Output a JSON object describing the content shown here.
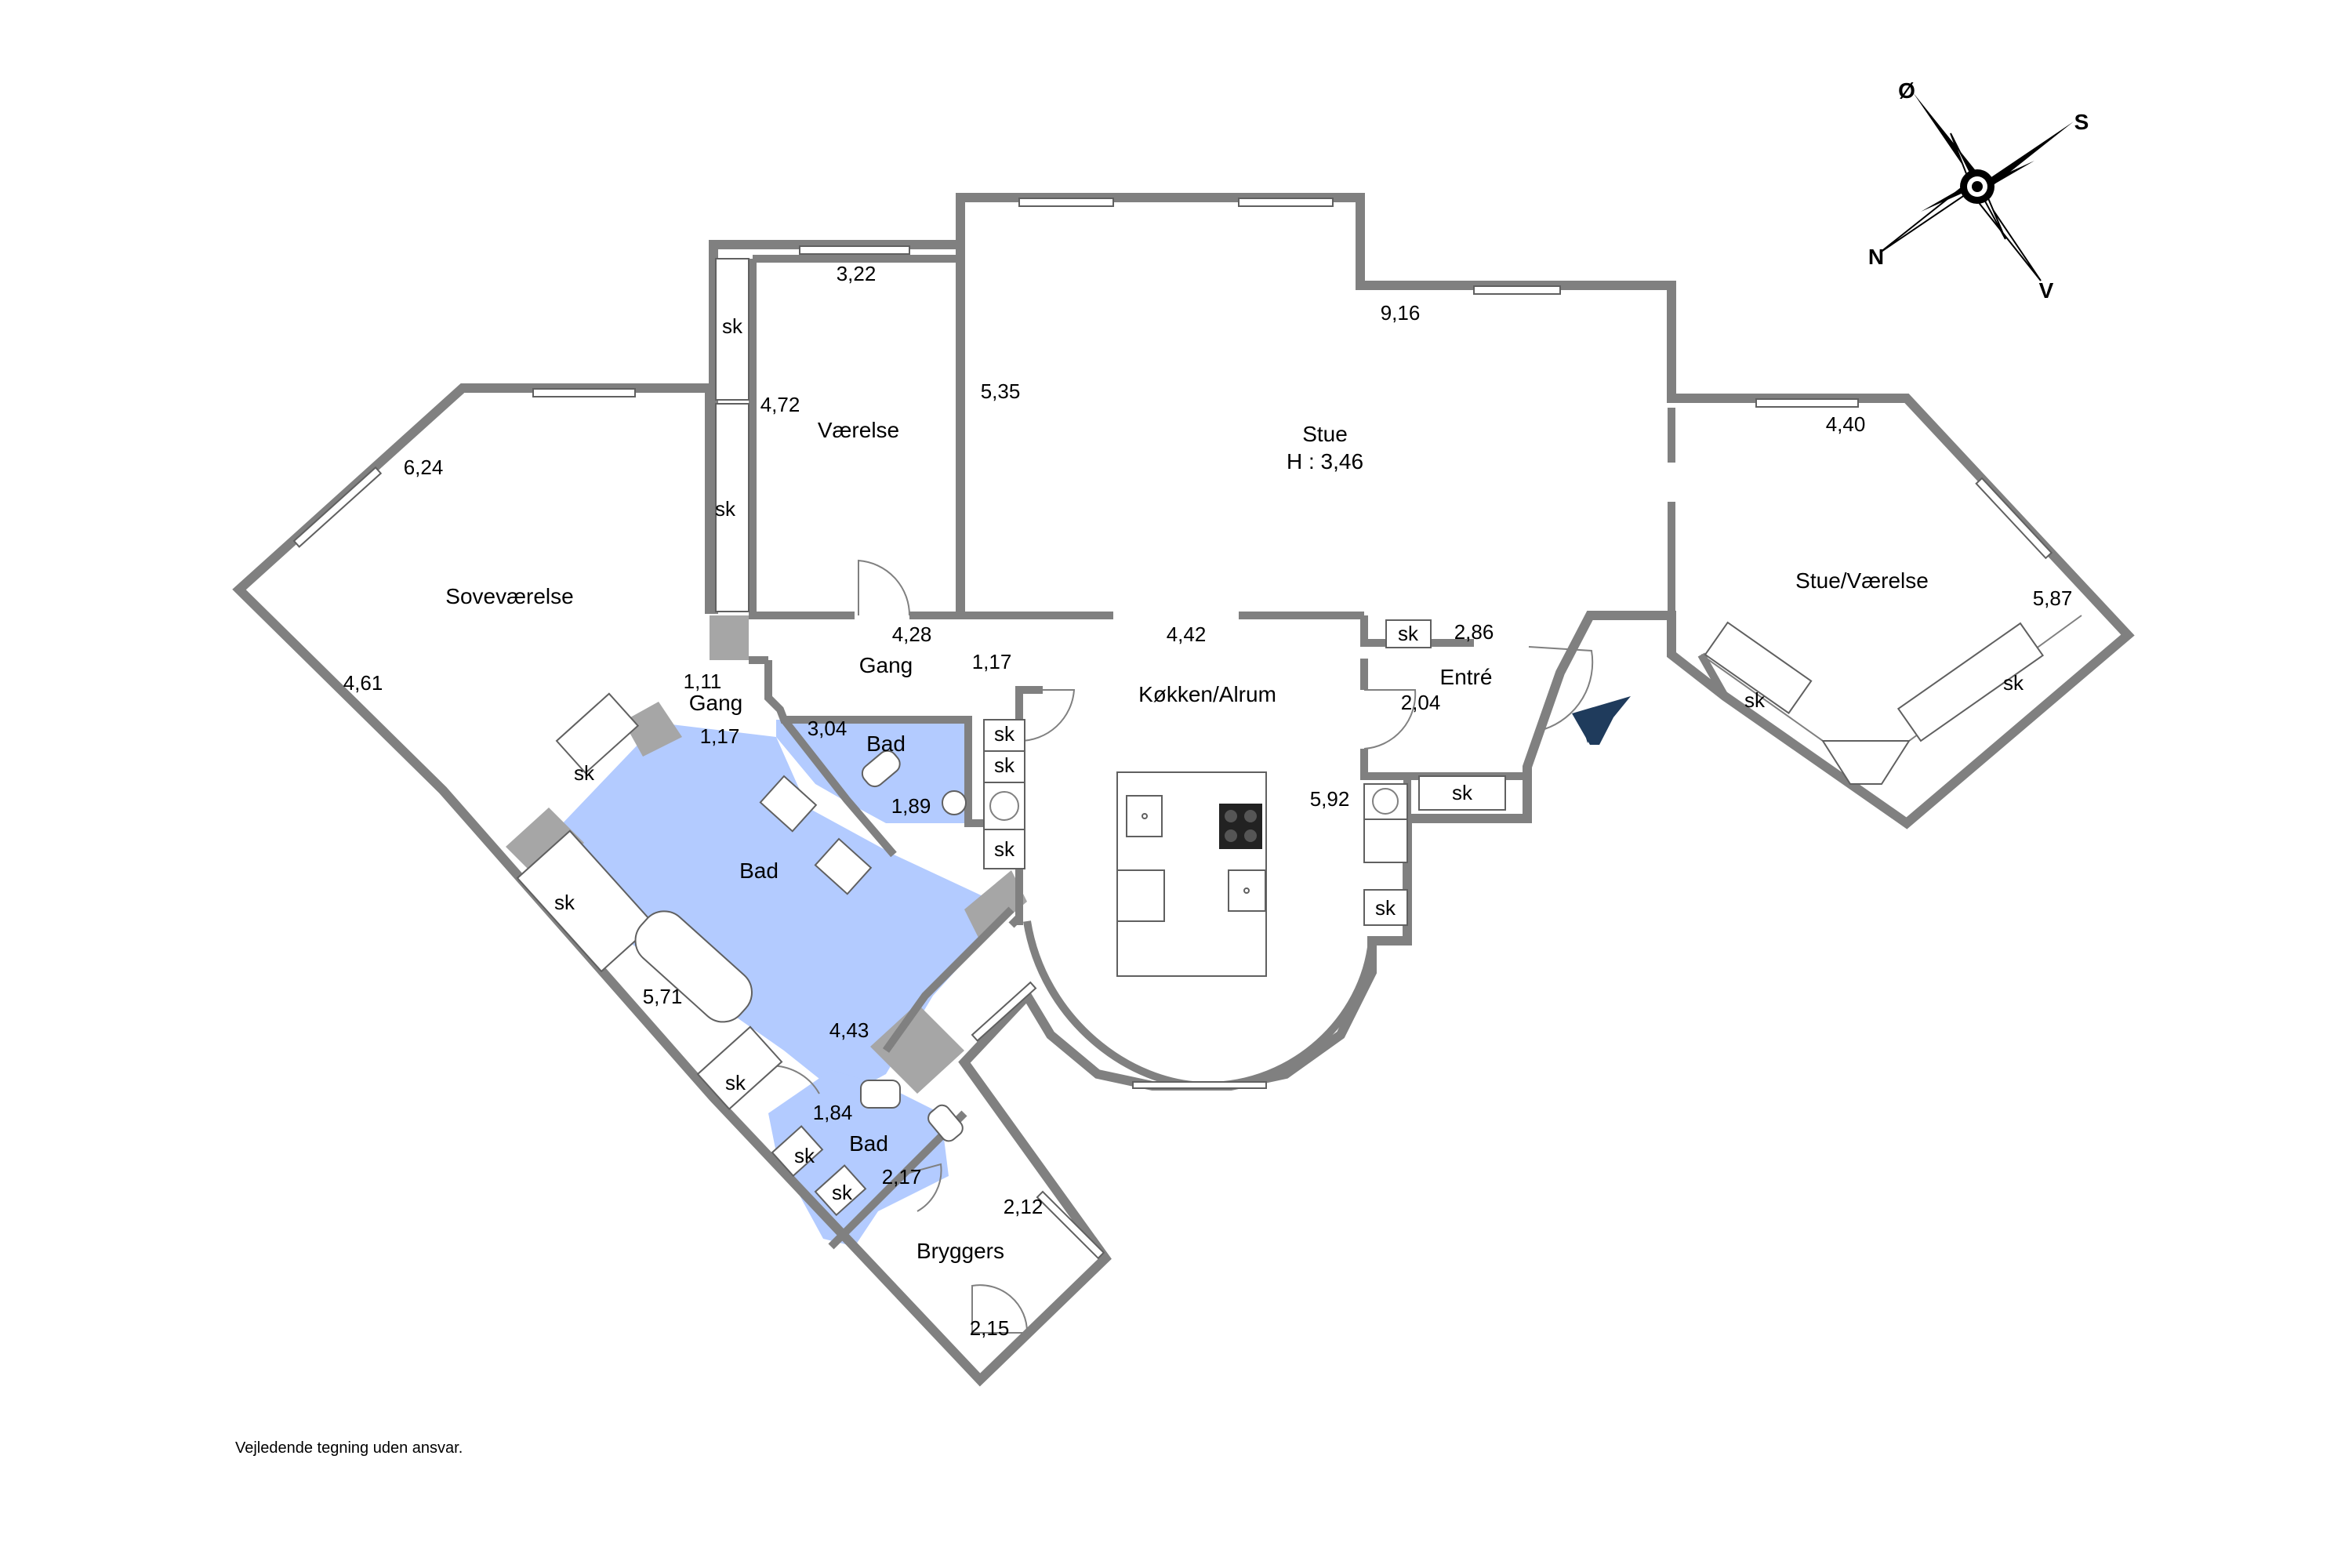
{
  "rooms": {
    "stue": "Stue",
    "stue_height": "H : 3,46",
    "vaerelse": "Værelse",
    "sovevaerelse": "Soveværelse",
    "gang": "Gang",
    "gang2": "Gang",
    "koekken": "Køkken/Alrum",
    "entre": "Entré",
    "stue_vaerelse": "Stue/Værelse",
    "bad_large": "Bad",
    "bad_small": "Bad",
    "bad_lower": "Bad",
    "bryggers": "Bryggers"
  },
  "dimensions": {
    "vaerelse_w": "3,22",
    "vaerelse_h": "4,72",
    "stue_w": "9,16",
    "stue_h": "5,35",
    "stue_vaerelse_w": "4,40",
    "stue_vaerelse_h": "5,87",
    "sove_top": "6,24",
    "sove_left": "4,61",
    "gang_w": "4,28",
    "gang_h": "1,17",
    "gang2_w": "1,11",
    "gang2_h": "1,17",
    "koekken_w": "4,42",
    "koekken_h": "5,92",
    "entre_w": "2,86",
    "entre_h": "2,04",
    "bad_small_w": "3,04",
    "bad_small_h": "1,89",
    "bad_large_w": "5,71",
    "bad_large_h": "4,43",
    "bad_lower_w": "1,84",
    "bad_lower_h": "2,17",
    "bryggers_w": "2,12",
    "bryggers_h": "2,15"
  },
  "closet_label": "sk",
  "compass": {
    "north": "N",
    "south": "S",
    "east": "Ø",
    "west": "V"
  },
  "disclaimer": "Vejledende tegning uden ansvar.",
  "colors": {
    "wall": "#808080",
    "bathroom": "#b3cbff",
    "entrance_arrow": "#1f3b5c"
  }
}
